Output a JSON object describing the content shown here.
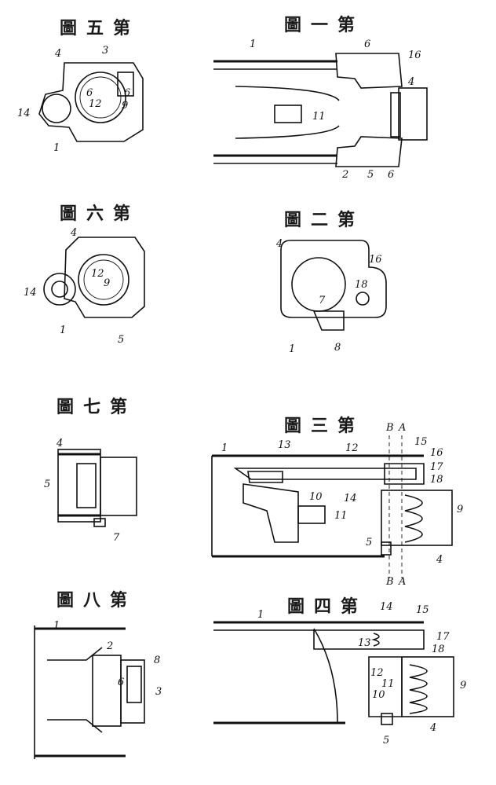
{
  "figures": {
    "fig1": {
      "title": "圖一第",
      "labels": {
        "l1": "1",
        "l6": "6",
        "l16": "16",
        "l4": "4",
        "l11": "11",
        "l2": "2",
        "l5": "5",
        "l6b": "6"
      }
    },
    "fig2": {
      "title": "圖二第",
      "labels": {
        "l4": "4",
        "l16": "16",
        "l18": "18",
        "l7": "7",
        "l1": "1",
        "l8": "8"
      }
    },
    "fig3": {
      "title": "圖三第",
      "labels": {
        "l1": "1",
        "l13": "13",
        "l12": "12",
        "lB": "B",
        "lA": "A",
        "l15": "15",
        "l16": "16",
        "l17": "17",
        "l18": "18",
        "l10": "10",
        "l14": "14",
        "l11": "11",
        "l9": "9",
        "l5": "5",
        "l4": "4",
        "lB2": "B",
        "lA2": "A"
      }
    },
    "fig4": {
      "title": "圖四第",
      "labels": {
        "l1": "1",
        "l14": "14",
        "l15": "15",
        "l13": "13",
        "l17": "17",
        "l18": "18",
        "l12": "12",
        "l11": "11",
        "l10": "10",
        "l9": "9",
        "l5": "5",
        "l4": "4"
      }
    },
    "fig5": {
      "title": "圖五第",
      "labels": {
        "l4": "4",
        "l3": "3",
        "l6": "6",
        "l6b": "6",
        "l12": "12",
        "l9": "9",
        "l14": "14",
        "l1": "1"
      }
    },
    "fig6": {
      "title": "圖六第",
      "labels": {
        "l4": "4",
        "l12": "12",
        "l9": "9",
        "l14": "14",
        "l1": "1",
        "l5": "5"
      }
    },
    "fig7": {
      "title": "圖七第",
      "labels": {
        "l4": "4",
        "l5": "5",
        "l7": "7"
      }
    },
    "fig8": {
      "title": "圖八第",
      "labels": {
        "l1": "1",
        "l2": "2",
        "l8": "8",
        "l6": "6",
        "l3": "3"
      }
    }
  }
}
